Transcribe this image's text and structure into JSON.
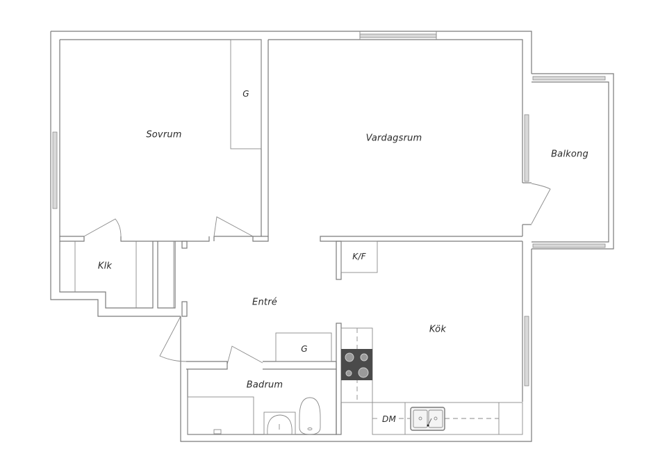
{
  "floorplan": {
    "rooms": {
      "sovrum": {
        "label": "Sovrum"
      },
      "vardagsrum": {
        "label": "Vardagsrum"
      },
      "balkong": {
        "label": "Balkong"
      },
      "klk": {
        "label": "Klk"
      },
      "entre": {
        "label": "Entré"
      },
      "kok": {
        "label": "Kök"
      },
      "badrum": {
        "label": "Badrum"
      }
    },
    "fixtures": {
      "sovrum_closet": {
        "label": "G"
      },
      "entre_closet": {
        "label": "G"
      },
      "fridge_freezer": {
        "label": "K/F"
      },
      "dishwasher": {
        "label": "DM"
      }
    },
    "colors": {
      "wall": "#7a7a7a",
      "window_fill": "#d9d9d9",
      "stove": "#4a4a4a",
      "burner": "#9a9a9a",
      "text": "#2a2a2a"
    }
  }
}
